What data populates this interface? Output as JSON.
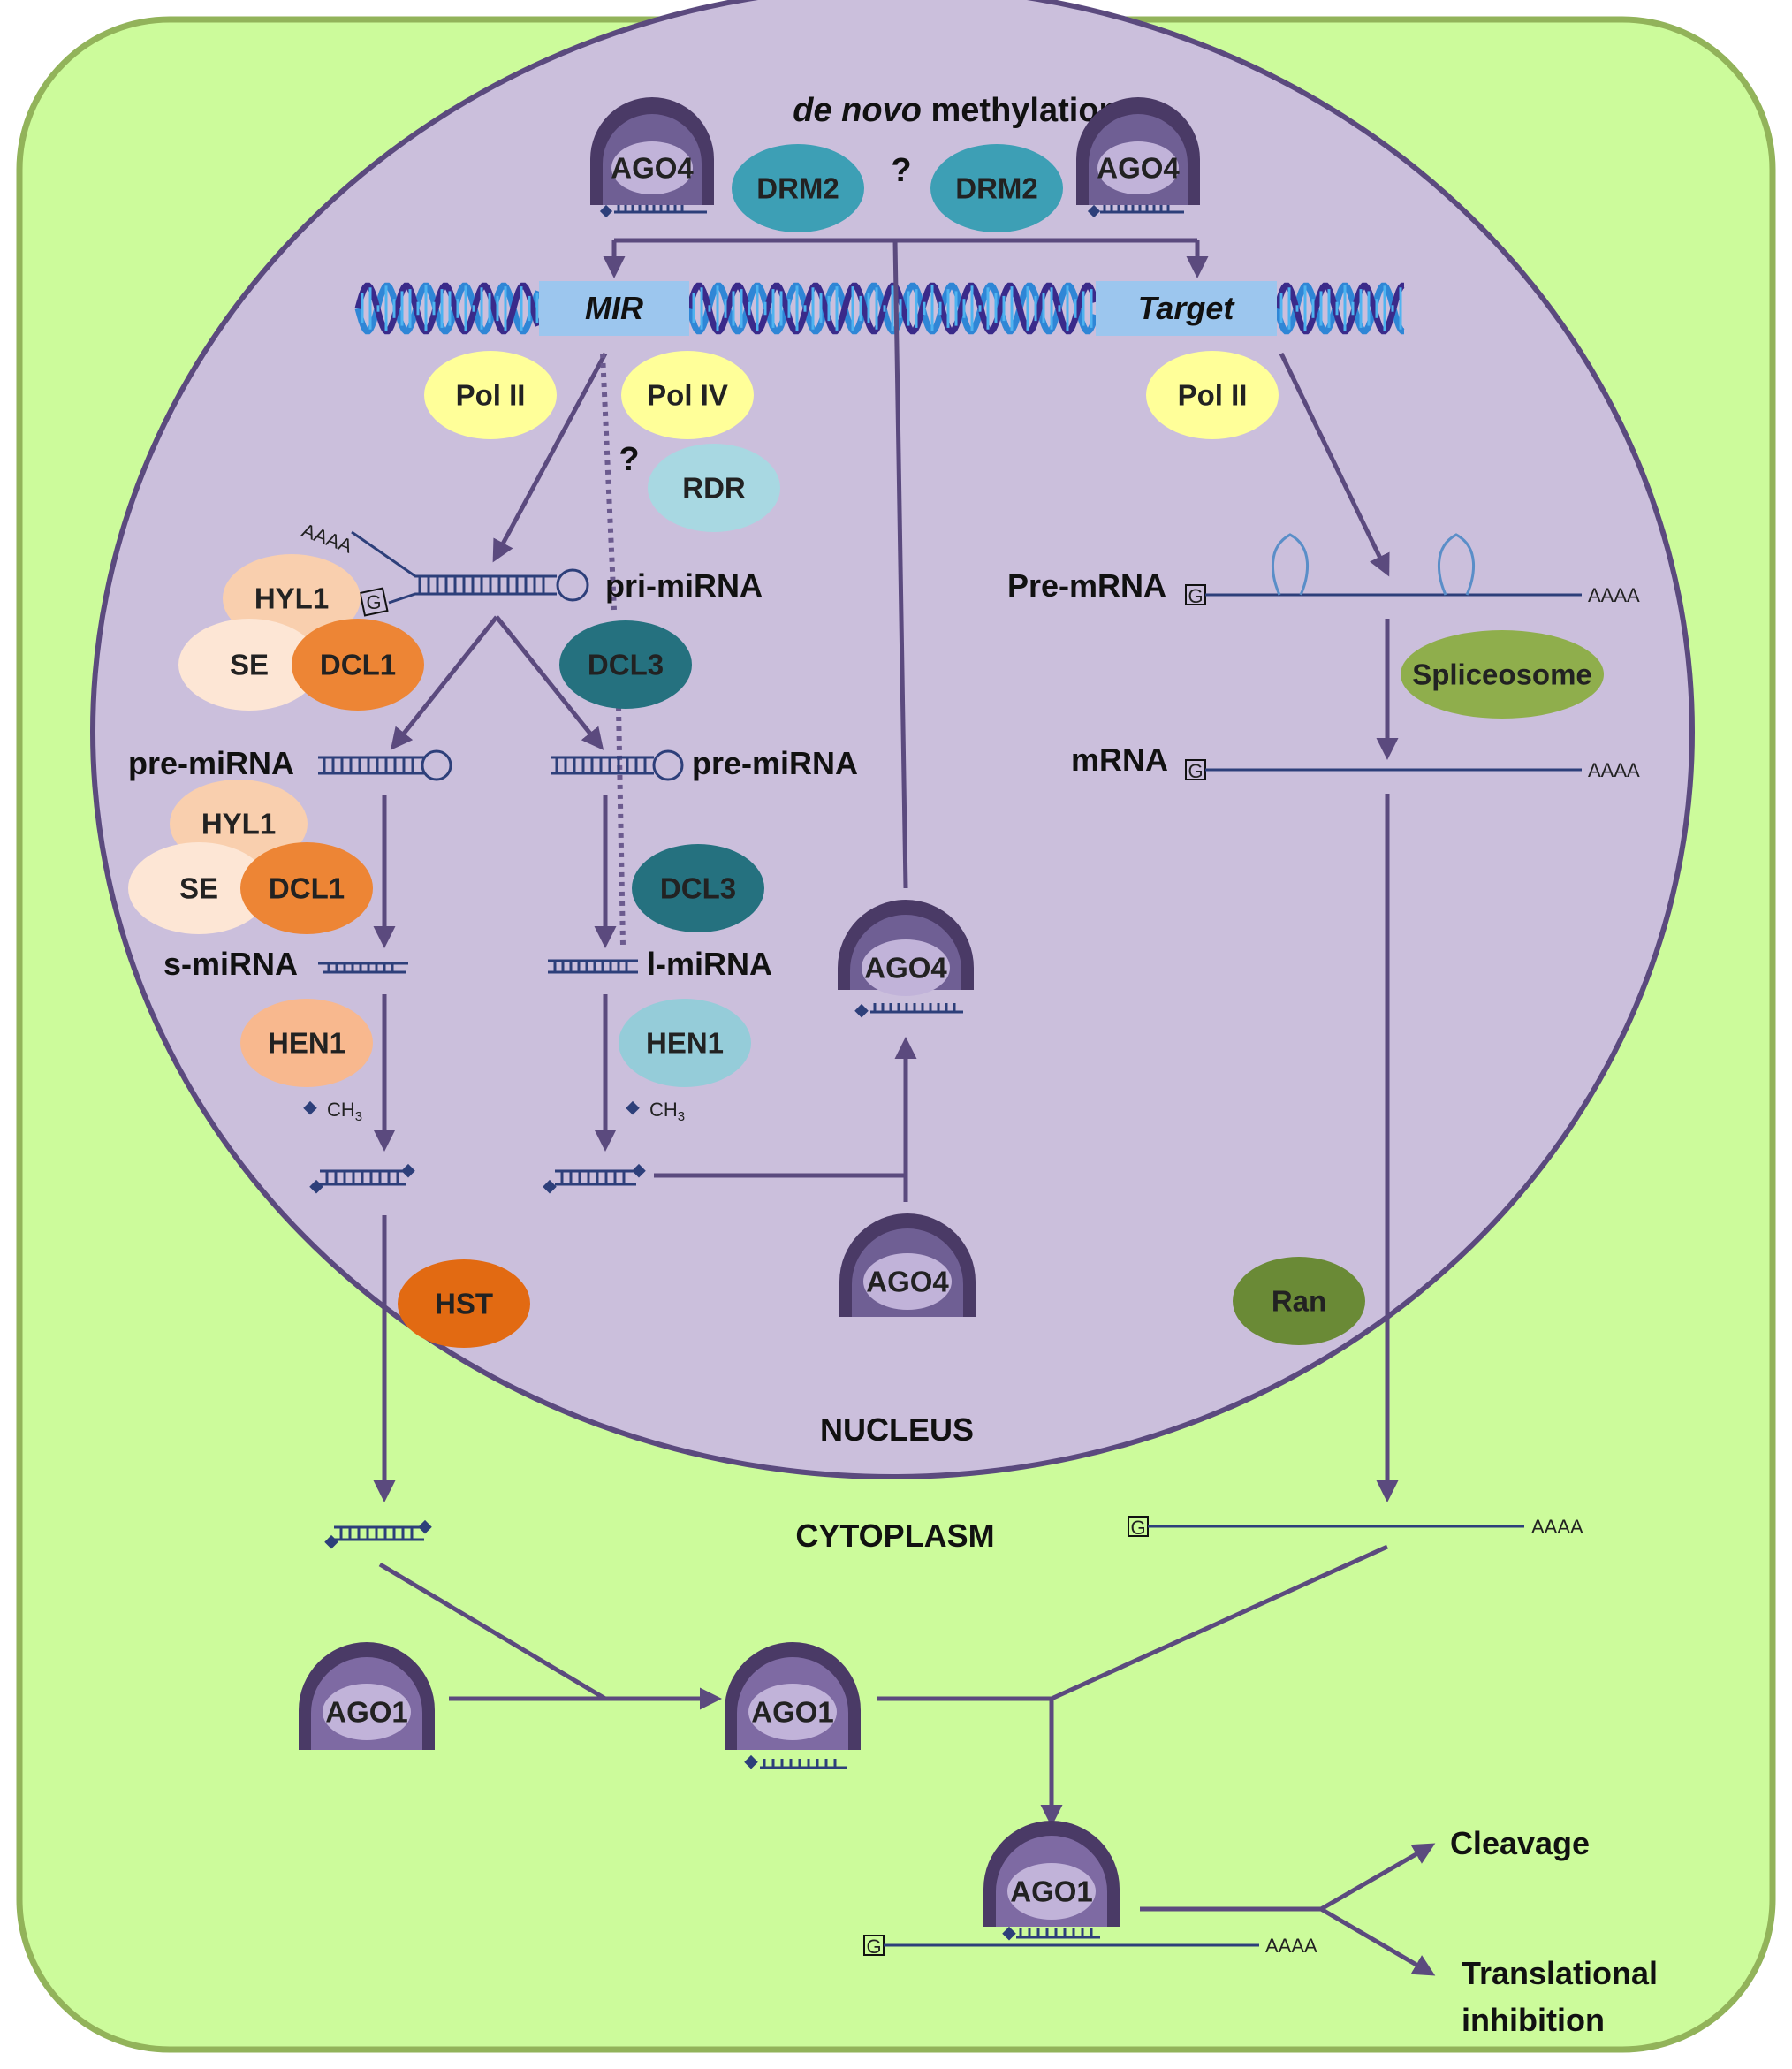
{
  "labels": {
    "denovo_italic": "de novo",
    "denovo_rest": " methylation",
    "question": "?",
    "mir": "MIR",
    "target": "Target",
    "pri_mirna": "pri-miRNA",
    "pre_mirna": "pre-miRNA",
    "s_mirna": "s-miRNA",
    "l_mirna": "l-miRNA",
    "pre_mrna": "Pre-mRNA",
    "mrna": "mRNA",
    "nucleus": "NUCLEUS",
    "cytoplasm": "CYTOPLASM",
    "cleavage": "Cleavage",
    "translational": "Translational",
    "inhibition": "inhibition",
    "aaaa": "AAAA",
    "g_cap": "G",
    "ch3": "CH",
    "ch3_sub": "3"
  },
  "proteins": {
    "ago4": "AGO4",
    "ago1": "AGO1",
    "drm2": "DRM2",
    "pol_ii": "Pol II",
    "pol_iv": "Pol IV",
    "rdr": "RDR",
    "hyl1": "HYL1",
    "se": "SE",
    "dcl1": "DCL1",
    "dcl3": "DCL3",
    "hen1": "HEN1",
    "hst": "HST",
    "spliceosome": "Spliceosome",
    "ran": "Ran"
  },
  "colors": {
    "cytoplasm": "#ccfb9b",
    "cell_border": "#92b35a",
    "nucleus": "#cbbfdc",
    "nucleus_border": "#5b4a7e",
    "arrow": "#5b4a7e",
    "drm2": "#3d9fb5",
    "pol": "#ffff99",
    "rdr": "#a8d8e2",
    "hyl1": "#f9cfae",
    "se": "#fde6d5",
    "dcl1": "#ed8535",
    "dcl3": "#25717f",
    "hen1_orange": "#f8b88e",
    "hen1_blue": "#95ccd9",
    "hst": "#e26a12",
    "spliceosome": "#8fae4c",
    "ran": "#6a8a36"
  }
}
